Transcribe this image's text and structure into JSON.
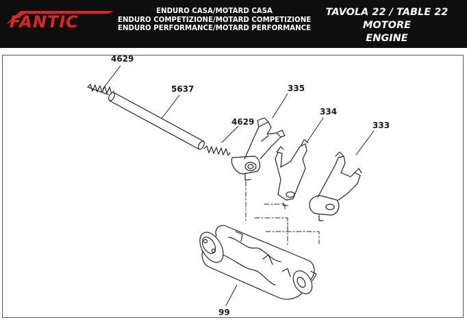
{
  "brand": {
    "logo_text": "FANTIC",
    "logo_color": "#e1251b",
    "header_bg": "#0e0e0e"
  },
  "header": {
    "model_lines": [
      "ENDURO CASA/MOTARD CASA",
      "ENDURO COMPETIZIONE/MOTARD COMPETIZIONE",
      "ENDURO PERFORMANCE/MOTARD PERFORMANCE"
    ],
    "table_line": "TAVOLA 22  /  TABLE 22",
    "section_it": "MOTORE",
    "section_en": "ENGINE"
  },
  "diagram": {
    "part_labels": {
      "spring_top": "4629",
      "shaft": "5637",
      "spring_mid": "4629",
      "fork_a": "335",
      "fork_b": "334",
      "fork_c": "333",
      "drum": "99"
    }
  }
}
